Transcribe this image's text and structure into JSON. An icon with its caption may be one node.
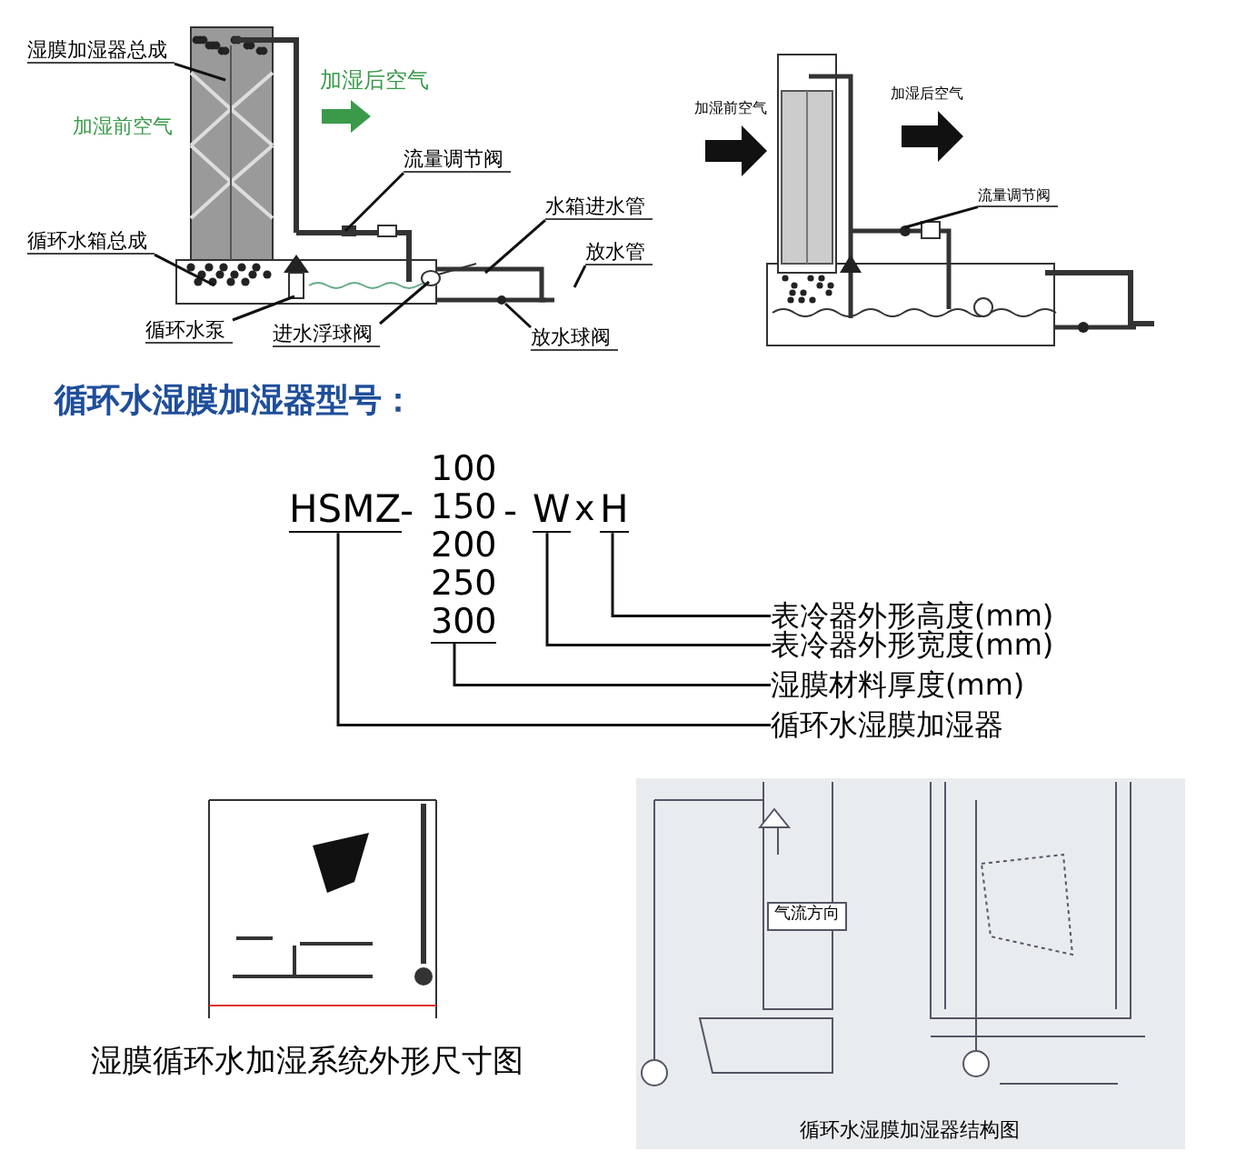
{
  "diagram": {
    "title": "循环水湿膜加湿器型号：",
    "nodes": [
      {
        "text": [
          "湿膜加湿器总成"
        ]
      },
      {
        "text": [
          "加湿前空气"
        ]
      },
      {
        "text": [
          "加湿后空气"
        ]
      },
      {
        "text": [
          "流量调节阀"
        ]
      },
      {
        "text": [
          "水箱进水管"
        ]
      },
      {
        "text": [
          "循环水箱总成"
        ]
      },
      {
        "text": [
          "放水管"
        ]
      },
      {
        "text": [
          "循环水泵"
        ]
      },
      {
        "text": [
          "进水浮球阀"
        ]
      },
      {
        "text": [
          "放水球阀"
        ]
      },
      {
        "text": [
          "加湿前空气"
        ]
      },
      {
        "text": [
          "加湿后空气"
        ]
      },
      {
        "text": [
          "流量调节阀"
        ]
      },
      {
        "text": [
          "HSMZ"
        ]
      },
      {
        "text": [
          "100",
          "150",
          "200",
          "250",
          "300"
        ]
      },
      {
        "text": [
          "W"
        ]
      },
      {
        "text": [
          "H"
        ]
      },
      {
        "text": [
          "表冷器外形高度(mm)"
        ]
      },
      {
        "text": [
          "表冷器外形宽度(mm)"
        ]
      },
      {
        "text": [
          "湿膜材料厚度(mm)"
        ]
      },
      {
        "text": [
          "循环水湿膜加湿器"
        ]
      },
      {
        "text": [
          "气流方向"
        ]
      }
    ],
    "edges": [
      {
        "from": 0,
        "to": null,
        "arrow": "none"
      },
      {
        "from": 3,
        "to": null,
        "arrow": "none"
      },
      {
        "from": 4,
        "to": null,
        "arrow": "none"
      },
      {
        "from": 5,
        "to": null,
        "arrow": "none"
      },
      {
        "from": 6,
        "to": null,
        "arrow": "none"
      },
      {
        "from": 7,
        "to": null,
        "arrow": "none"
      },
      {
        "from": 8,
        "to": null,
        "arrow": "none"
      },
      {
        "from": 9,
        "to": null,
        "arrow": "none"
      },
      {
        "from": 12,
        "to": null,
        "arrow": "none"
      },
      {
        "from": 16,
        "to": 17,
        "arrow": "none"
      },
      {
        "from": 15,
        "to": 18,
        "arrow": "none"
      },
      {
        "from": 14,
        "to": 19,
        "arrow": "none"
      },
      {
        "from": 13,
        "to": 20,
        "arrow": "none"
      }
    ],
    "labels": [
      "-",
      "-",
      "x",
      "湿膜循环水加湿系统外形尺寸图",
      "循环水湿膜加湿器结构图"
    ]
  }
}
